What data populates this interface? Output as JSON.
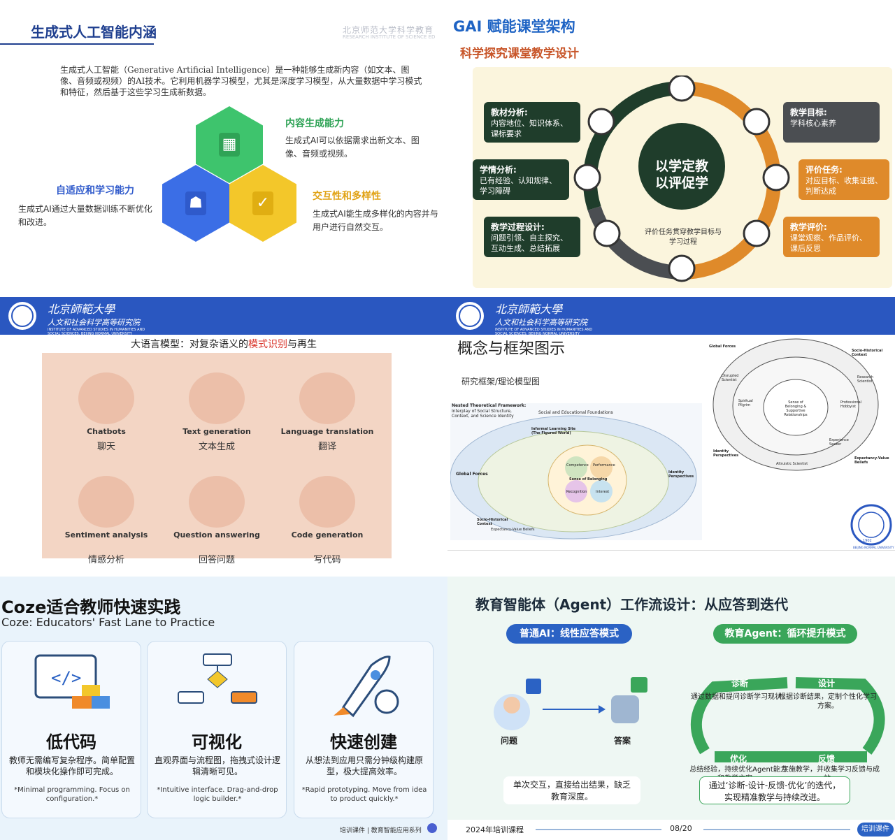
{
  "panel1": {
    "title": "生成式人工智能内涵",
    "logo_cn": "北京师范大学科学教育",
    "logo_en": "RESEARCH INSTITUTE OF SCIENCE ED",
    "intro": "生成式人工智能（Generative Artificial Intelligence）是一种能够生成新内容（如文本、图像、音频或视频）的AI技术。它利用机器学习模型，尤其是深度学习模型，从大量数据中学习模式和特征，然后基于这些学习生成新数据。",
    "content_title": "内容生成能力",
    "content_body": "生成式AI可以依据需求出新文本、图像、音频或视频。",
    "adaptive_title": "自适应和学习能力",
    "adaptive_body": "生成式AI通过大量数据训练不断优化和改进。",
    "interactive_title": "交互性和多样性",
    "interactive_body": "生成式AI能生成多样化的内容并与用户进行自然交互。",
    "colors": {
      "green": "#3ec46d",
      "blue": "#3b6ee6",
      "yellow": "#f3c72a"
    }
  },
  "panel2": {
    "title": "GAI 赋能课堂架构",
    "subtitle": "科学探究课堂教学设计",
    "center_line1": "以学定教",
    "center_line2": "以评促学",
    "center_note": "评价任务贯穿教学目标与学习过程",
    "box1_title": "教材分析:",
    "box1_body": "内容地位、知识体系、课标要求",
    "box2_title": "学情分析:",
    "box2_body": "已有经验、认知规律、学习障碍",
    "box3_title": "教学过程设计:",
    "box3_body": "问题引领、自主探究、互动生成、总结拓展",
    "box4_title": "教学目标:",
    "box4_body": "学科核心素养",
    "box5_title": "评价任务:",
    "box5_body": "对应目标、收集证据、判断达成",
    "box6_title": "教学评价:",
    "box6_body": "课堂观察、作品评价、课后反思"
  },
  "panel3": {
    "header_cn1": "北京師範大學",
    "header_cn2": "人文和社会科学高等研究院",
    "header_en1": "INSTITUTE OF ADVANCED STUDIES IN HUMANITIES AND",
    "header_en2": "SOCIAL SCIENCES, BEIJING NORMAL UNIVERSITY",
    "title_pre": "大语言模型：对复杂语义的",
    "title_hl": "模式识别",
    "title_post": "与再生",
    "tasks": [
      {
        "en": "Chatbots",
        "cn": "聊天"
      },
      {
        "en": "Text generation",
        "cn": "文本生成"
      },
      {
        "en": "Language translation",
        "cn": "翻译"
      },
      {
        "en": "Sentiment analysis",
        "cn": "情感分析"
      },
      {
        "en": "Question answering",
        "cn": "回答问题"
      },
      {
        "en": "Code generation",
        "cn": "写代码"
      }
    ]
  },
  "panel4": {
    "title": "概念与框架图示",
    "subtitle": "研究框架/理论模型图",
    "left_title": "Nested Theoretical Framework:",
    "left_sub1": "Interplay of Social Structure,",
    "left_sub2": "Context, and Science Identity",
    "ring_outer": "Social and Educational Foundations",
    "ring_mid": "Informal Learning Site (The Figured World)",
    "core_a": "Competence",
    "core_b": "Performance",
    "core_c": "Recognition",
    "core_d": "Interest",
    "core_center": "Sense of Belonging",
    "global_forces": "Global Forces",
    "socio_context": "Socio-Historical Context",
    "identity_persp": "Identity Perspectives",
    "expectancy": "Expectancy-Value Beliefs",
    "altruistic": "Altruistic Scientist",
    "r_global_forces": "Global Forces",
    "r_socio": "Socio-Historical Context",
    "r_disrupted": "Disrupted Scientist",
    "r_research": "Research Scientist",
    "r_spiritual": "Spiritual Pilgrim",
    "r_professional": "Professional Hobbyist",
    "r_experience": "Experience Seeker",
    "r_identity": "Identity Perspectives",
    "r_expectancy": "Expectancy-Value Beliefs",
    "r_center": "Sense of Belonging & Supportive Relationships",
    "seal_text": "BEIJING NORMAL UNIVERSITY",
    "seal_year": "1902"
  },
  "panel5": {
    "title": "Coze适合教师快速实践",
    "subtitle": "Coze: Educators' Fast Lane to Practice",
    "cards": [
      {
        "title": "低代码",
        "desc": "教师无需编写复杂程序。简单配置和模块化操作即可完成。",
        "en": "*Minimal programming. Focus on configuration.*"
      },
      {
        "title": "可视化",
        "desc": "直观界面与流程图，拖拽式设计逻辑清晰可见。",
        "en": "*Intuitive interface. Drag-and-drop logic builder.*"
      },
      {
        "title": "快速创建",
        "desc": "从想法到应用只需分钟级构建原型，极大提高效率。",
        "en": "*Rapid prototyping. Move from idea to product quickly.*"
      }
    ],
    "footer": "培训课件 | 教育智能应用系列"
  },
  "panel6": {
    "title": "教育智能体（Agent）工作流设计：从应答到迭代",
    "left_pill": "普通AI：线性应答模式",
    "right_pill": "教育Agent：循环提升模式",
    "question": "问题",
    "answer": "答案",
    "left_note": "单次交互，直接给出结果，缺乏教育深度。",
    "diag": "诊断",
    "diag_desc": "通过数据和提问诊断学习现状。",
    "design": "设计",
    "design_desc": "根据诊断结果，定制个性化学习方案。",
    "optimize": "优化",
    "optimize_desc": "总结经验，持续优化Agent能力和教学方案。",
    "feedback": "反馈",
    "feedback_desc": "实施教学，并收集学习反馈与成效。",
    "right_note": "通过‘诊断-设计-反馈-优化’的迭代，实现精准教学与持续改进。",
    "footer_left": "2024年培训课程",
    "footer_page": "08/20",
    "footer_right": "培训课件"
  }
}
